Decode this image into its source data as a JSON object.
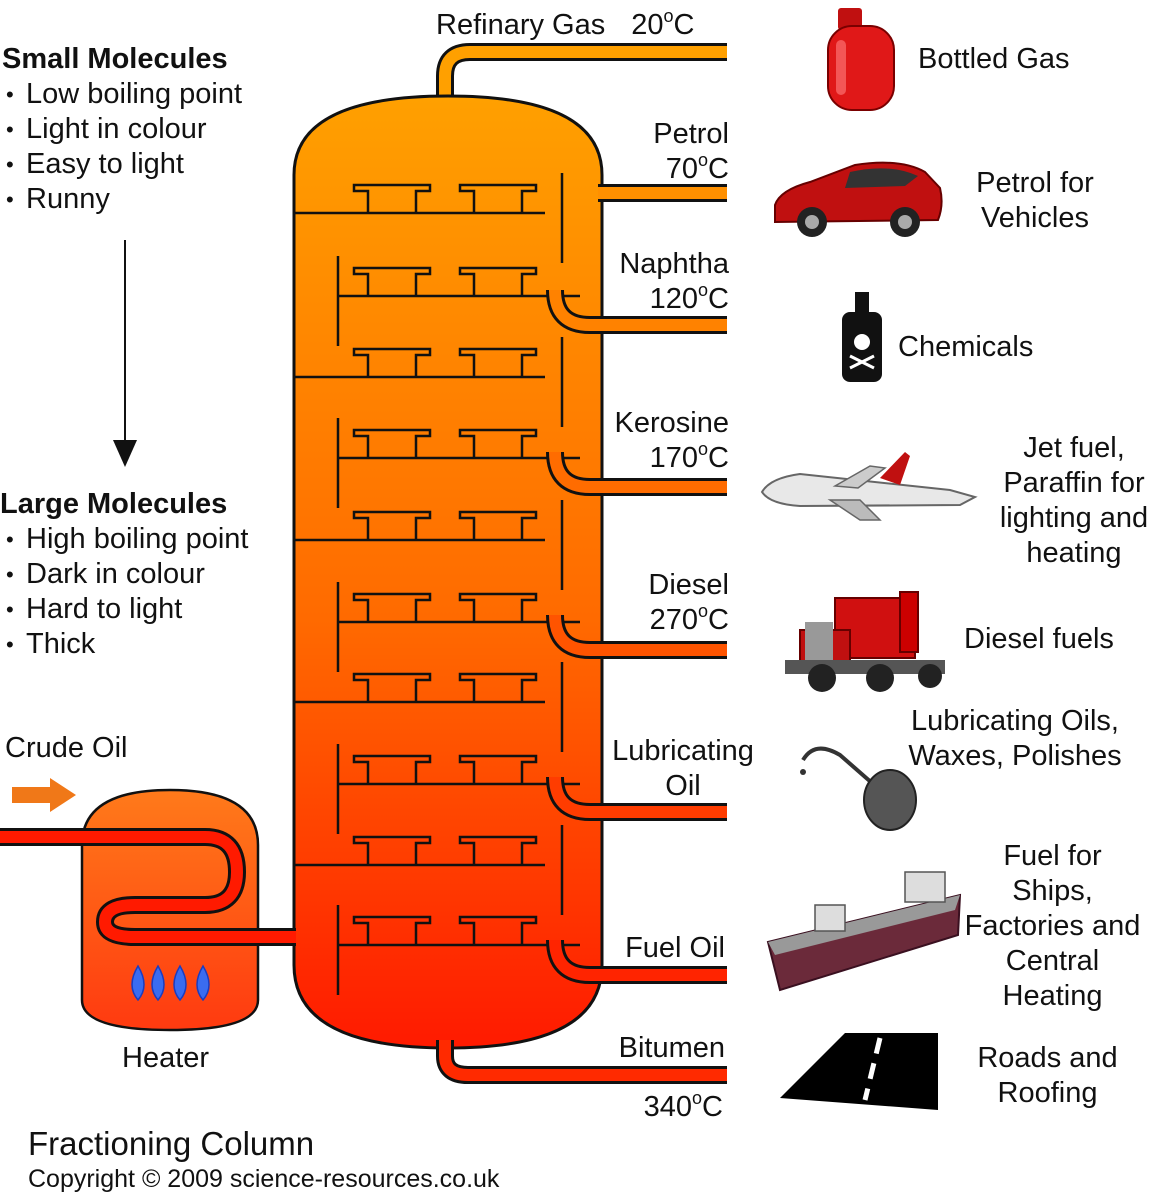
{
  "left_panel": {
    "small_title": "Small Molecules",
    "small_props": [
      "Low boiling point",
      "Light in colour",
      "Easy to light",
      "Runny"
    ],
    "large_title": "Large Molecules",
    "large_props": [
      "High boiling point",
      "Dark in colour",
      "Hard to light",
      "Thick"
    ]
  },
  "crude_oil_label": "Crude Oil",
  "heater_label": "Heater",
  "deg_unit": "o",
  "celsius": "C",
  "fractions": [
    {
      "name": "Refinary Gas",
      "temp": "20",
      "use": "Bottled Gas"
    },
    {
      "name": "Petrol",
      "temp": "70",
      "use": "Petrol for Vehicles"
    },
    {
      "name": "Naphtha",
      "temp": "120",
      "use": "Chemicals"
    },
    {
      "name": "Kerosine",
      "temp": "170",
      "use": "Jet fuel, Paraffin for lighting and heating"
    },
    {
      "name": "Diesel",
      "temp": "270",
      "use": "Diesel fuels"
    },
    {
      "name": "Lubricating Oil",
      "temp": "",
      "use": "Lubricating Oils, Waxes, Polishes"
    },
    {
      "name": "Fuel Oil",
      "temp": "",
      "use": "Fuel for Ships, Factories and Central Heating"
    },
    {
      "name": "Bitumen",
      "temp": "340",
      "use": "Roads and Roofing"
    }
  ],
  "icons": [
    "gas-cylinder-icon",
    "car-icon",
    "poison-bottle-icon",
    "airplane-icon",
    "truck-icon",
    "oil-can-icon",
    "ship-icon",
    "road-icon"
  ],
  "footer": {
    "title": "Fractioning Column",
    "copyright": "Copyright © 2009 science-resources.co.uk"
  },
  "colors": {
    "column_top": "#ff9a00",
    "column_bottom": "#ff1a00",
    "pipe": "#e01010",
    "arrow": "#f07818"
  }
}
